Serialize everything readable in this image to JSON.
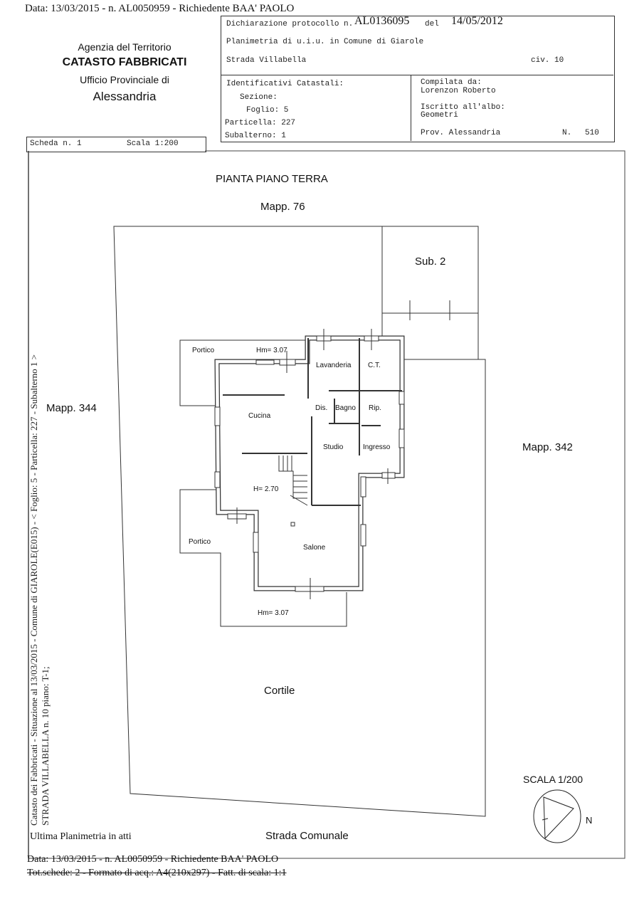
{
  "top_line": "Data: 13/03/2015 - n. AL0050959 - Richiedente BAA' PAOLO",
  "agency": {
    "line1": "Agenzia del Territorio",
    "line2": "CATASTO FABBRICATI",
    "line3": "Ufficio Provinciale di",
    "line4": "Alessandria"
  },
  "header": {
    "protocol_label": "Dichiarazione protocollo n.",
    "protocol_number": "AL0136095",
    "del_label": "del",
    "protocol_date": "14/05/2012",
    "planimetria": "Planimetria di u.i.u. in Comune di Giarole",
    "street": "Strada Villabella",
    "civ": "civ. 10",
    "identificativi": "Identificativi Catastali:",
    "sezione": "Sezione:",
    "foglio": "Foglio: 5",
    "particella": "Particella: 227",
    "subalterno": "Subalterno: 1",
    "compilata_label": "Compilata da:",
    "compilata_name": "Lorenzon Roberto",
    "albo_label": "Iscritto all'albo:",
    "albo_value": "Geometri",
    "prov": "Prov. Alessandria",
    "n_label": "N.",
    "n_value": "510"
  },
  "scheda": {
    "scheda": "Scheda n. 1",
    "scala": "Scala 1:200"
  },
  "side_text": {
    "line1": "Catasto dei Fabbricati - Situazione al 13/03/2015 - Comune di GIAROLE(E015) - < Foglio: 5 - Particella: 227 - Subalterno 1 >",
    "line2": "STRADA VILLABELLA n. 10 piano: T-1;"
  },
  "plan": {
    "title": "PIANTA PIANO TERRA",
    "mapp_76": "Mapp. 76",
    "sub_2": "Sub. 2",
    "mapp_344": "Mapp. 344",
    "mapp_342": "Mapp. 342",
    "cortile": "Cortile",
    "strada": "Strada Comunale",
    "scala": "SCALA 1/200",
    "north": "N",
    "rooms": {
      "portico_top": "Portico",
      "hm_top": "Hm= 3.07",
      "lavanderia": "Lavanderia",
      "ct": "C.T.",
      "dis": "Dis.",
      "bagno": "Bagno",
      "rip": "Rip.",
      "cucina": "Cucina",
      "studio": "Studio",
      "ingresso": "Ingresso",
      "h_270": "H= 2.70",
      "portico_bottom": "Portico",
      "salone": "Salone",
      "hm_bottom": "Hm= 3.07"
    }
  },
  "footer": {
    "ultima": "Ultima Planimetria in atti",
    "data_line": "Data: 13/03/2015 - n. AL0050959 - Richiedente BAA' PAOLO",
    "tot_line": "Tot.schede: 2 - Formato di acq.: A4(210x297) - Fatt. di scala: 1:1"
  }
}
